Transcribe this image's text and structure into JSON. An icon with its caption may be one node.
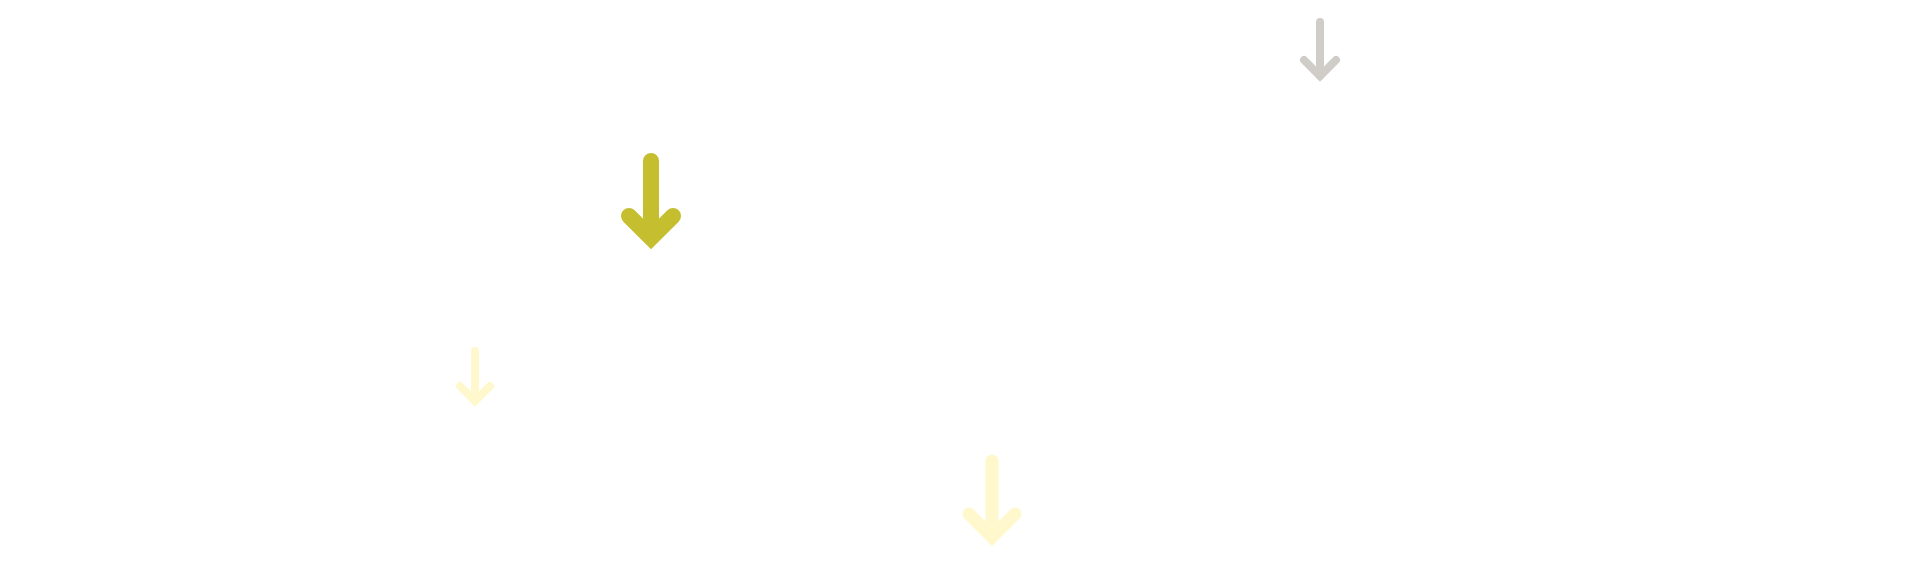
{
  "diagram": {
    "nodes": [
      {
        "text": [],
        "shape": "arrow"
      },
      {
        "text": [],
        "shape": "arrow"
      },
      {
        "text": [],
        "shape": "arrow"
      },
      {
        "text": [],
        "shape": "arrow"
      }
    ]
  }
}
